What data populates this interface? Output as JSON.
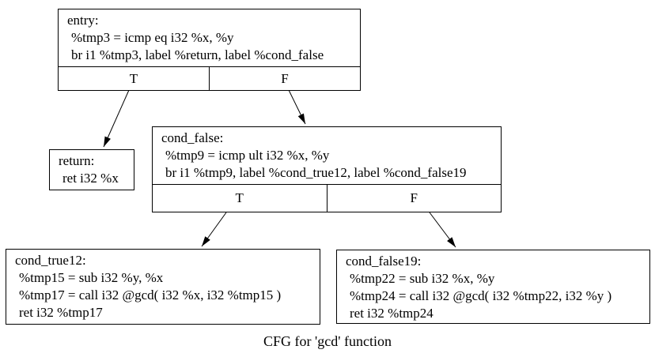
{
  "diagram": {
    "caption": "CFG for 'gcd' function",
    "nodes": {
      "entry": {
        "label": "entry:",
        "lines": [
          "%tmp3 = icmp eq i32 %x, %y",
          "br i1 %tmp3, label %return, label %cond_false"
        ],
        "ports": {
          "T": "T",
          "F": "F"
        }
      },
      "return": {
        "label": "return:",
        "lines": [
          "ret i32 %x"
        ]
      },
      "cond_false": {
        "label": "cond_false:",
        "lines": [
          "%tmp9 = icmp ult i32 %x, %y",
          "br i1 %tmp9, label %cond_true12, label %cond_false19"
        ],
        "ports": {
          "T": "T",
          "F": "F"
        }
      },
      "cond_true12": {
        "label": "cond_true12:",
        "lines": [
          "%tmp15 = sub i32 %y, %x",
          "%tmp17 = call i32 @gcd( i32 %x, i32 %tmp15 )",
          "ret i32 %tmp17"
        ]
      },
      "cond_false19": {
        "label": "cond_false19:",
        "lines": [
          "%tmp22 = sub i32 %x, %y",
          "%tmp24 = call i32 @gcd( i32 %tmp22, i32 %y )",
          "ret i32 %tmp24"
        ]
      }
    },
    "edges": [
      {
        "from": "entry",
        "port": "T",
        "to": "return"
      },
      {
        "from": "entry",
        "port": "F",
        "to": "cond_false"
      },
      {
        "from": "cond_false",
        "port": "T",
        "to": "cond_true12"
      },
      {
        "from": "cond_false",
        "port": "F",
        "to": "cond_false19"
      }
    ],
    "colors": {
      "background": "#ffffff",
      "node_border": "#000000",
      "text": "#000000",
      "edge": "#000000"
    }
  }
}
